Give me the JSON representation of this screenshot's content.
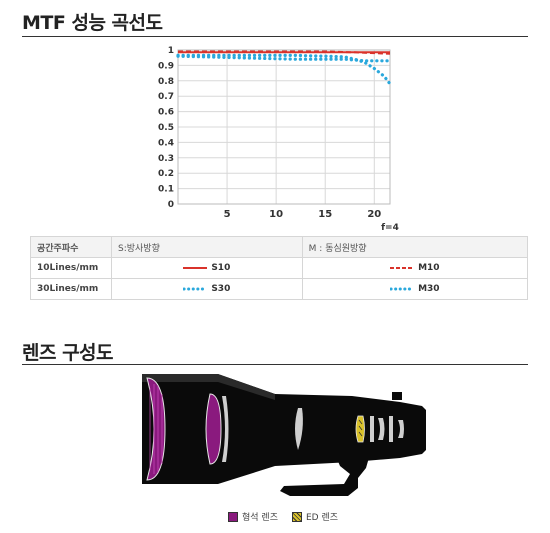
{
  "mtf_section": {
    "title": "MTF 성능 곡선도",
    "f_label": "f=4",
    "table": {
      "header": [
        "공간주파수",
        "S:방사방향",
        "M : 동심원방향"
      ],
      "rows": [
        {
          "label": "10Lines/mm",
          "s": "S10",
          "m": "M10"
        },
        {
          "label": "30Lines/mm",
          "s": "S30",
          "m": "M30"
        }
      ]
    }
  },
  "lens_section": {
    "title": "렌즈 구성도",
    "legend": [
      {
        "label": "형석 렌즈",
        "swatch": "aspherical"
      },
      {
        "label": "ED 렌즈",
        "swatch": "ed"
      }
    ]
  },
  "colors": {
    "s10": "#d9332b",
    "m10": "#d9332b",
    "s30": "#2aa8dc",
    "m30": "#2aa8dc",
    "fluorite": "#8a1a7e",
    "ed": "#d9c12a"
  },
  "chart_data": {
    "type": "line",
    "xlim": [
      0,
      21.6
    ],
    "ylim": [
      0,
      1
    ],
    "x_ticks": [
      5,
      10,
      15,
      20
    ],
    "y_ticks": [
      0,
      0.1,
      0.2,
      0.3,
      0.4,
      0.5,
      0.6,
      0.7,
      0.8,
      0.9,
      1
    ],
    "grid": true,
    "series": [
      {
        "name": "S10",
        "style": "solid",
        "x": [
          0,
          3,
          6,
          9,
          12,
          15,
          18,
          21.6
        ],
        "y": [
          0.985,
          0.985,
          0.985,
          0.985,
          0.985,
          0.985,
          0.985,
          0.985
        ]
      },
      {
        "name": "M10",
        "style": "dashed",
        "x": [
          0,
          3,
          6,
          9,
          12,
          15,
          18,
          21.6
        ],
        "y": [
          0.99,
          0.99,
          0.99,
          0.99,
          0.99,
          0.99,
          0.985,
          0.975
        ]
      },
      {
        "name": "S30",
        "style": "dotted",
        "x": [
          0,
          3,
          6,
          9,
          12,
          15,
          17,
          18,
          19,
          20,
          21,
          21.6
        ],
        "y": [
          0.965,
          0.965,
          0.965,
          0.965,
          0.965,
          0.96,
          0.955,
          0.94,
          0.92,
          0.88,
          0.83,
          0.78
        ]
      },
      {
        "name": "M30",
        "style": "dotted",
        "x": [
          0,
          3,
          6,
          9,
          12,
          15,
          17,
          18,
          19,
          20,
          21,
          21.6
        ],
        "y": [
          0.96,
          0.955,
          0.95,
          0.945,
          0.94,
          0.94,
          0.94,
          0.935,
          0.93,
          0.93,
          0.93,
          0.93
        ]
      }
    ]
  }
}
